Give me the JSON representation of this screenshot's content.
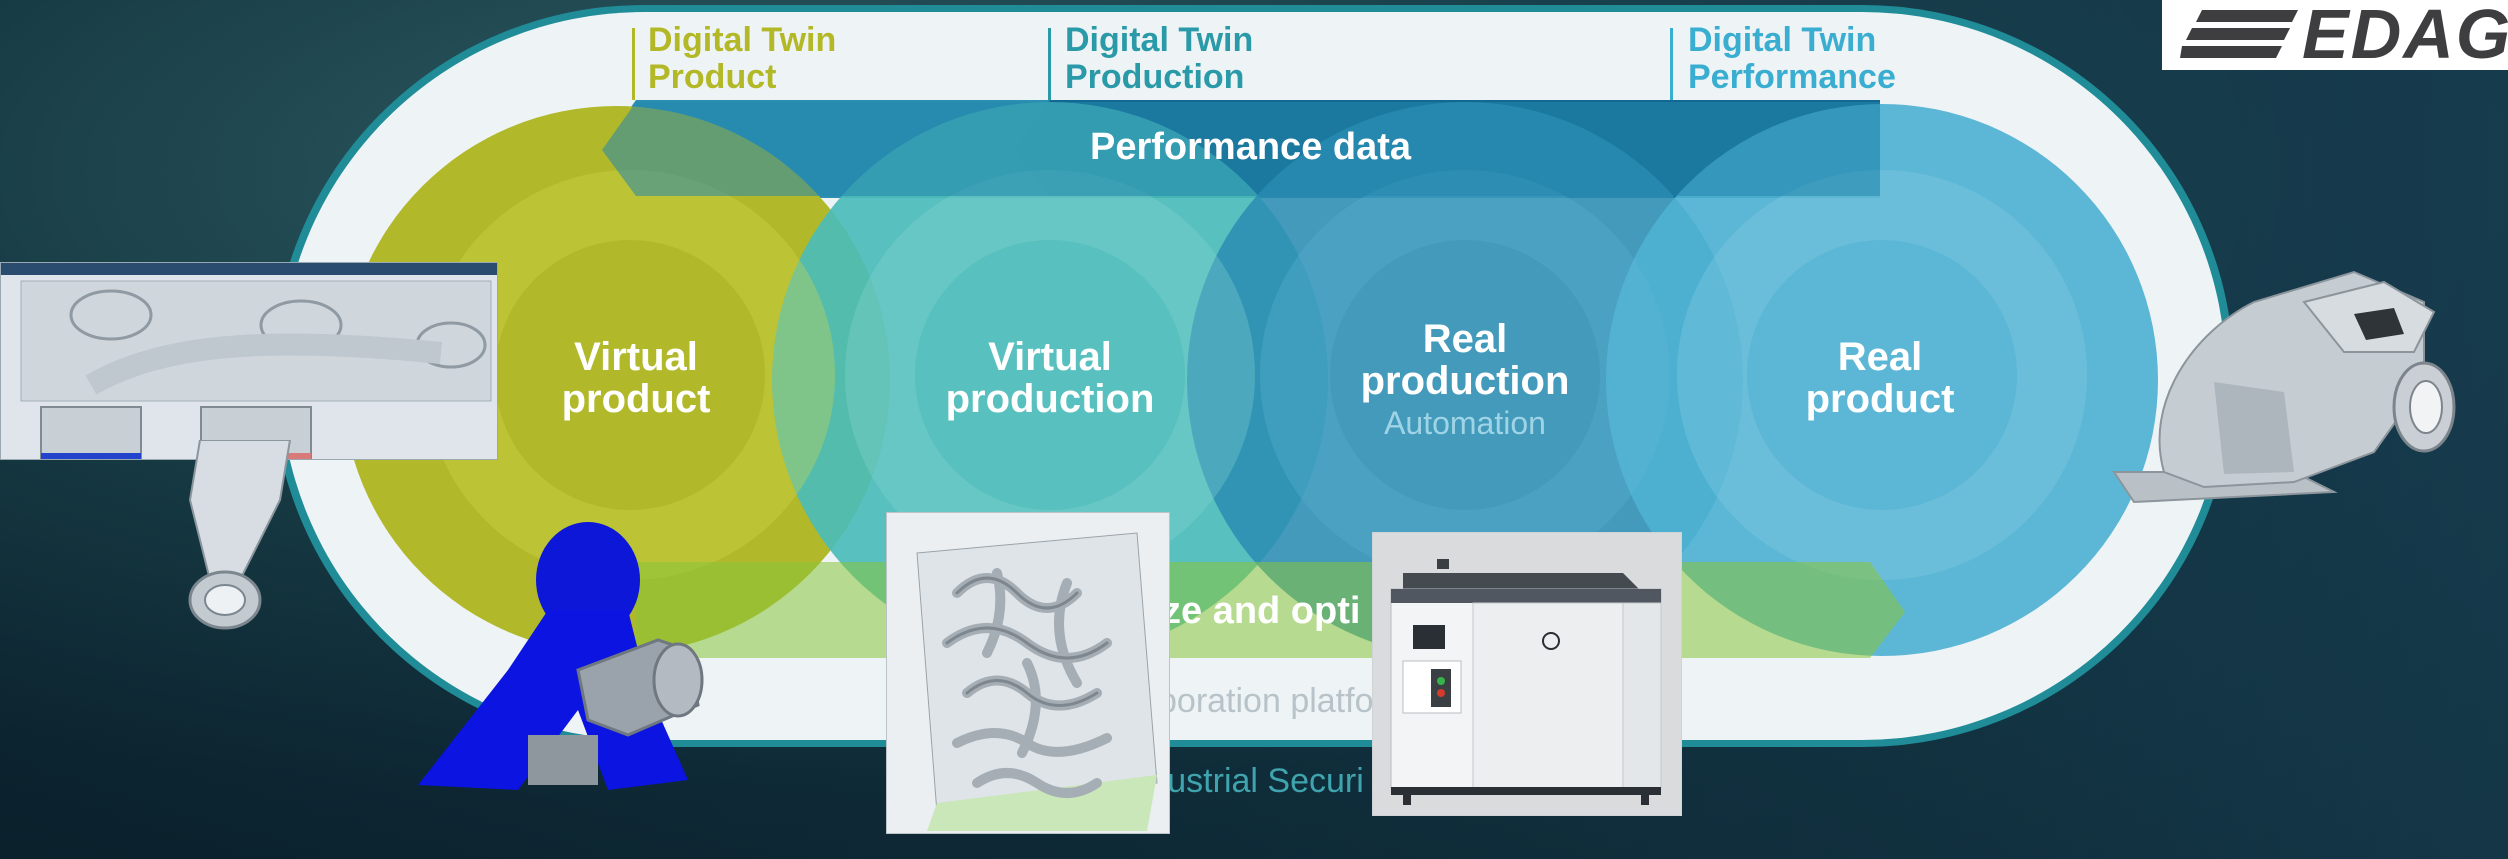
{
  "twins": [
    {
      "line1": "Digital Twin",
      "line2": "Product",
      "color": "#b3b827"
    },
    {
      "line1": "Digital Twin",
      "line2": "Production",
      "color": "#2a9aa8"
    },
    {
      "line1": "Digital Twin",
      "line2": "Performance",
      "color": "#3aaed0"
    }
  ],
  "band_top": "Performance data",
  "stages": [
    {
      "line1": "Virtual",
      "line2": "product"
    },
    {
      "line1": "Virtual",
      "line2": "production"
    },
    {
      "line1": "Real",
      "line2": "production",
      "sub": "Automation"
    },
    {
      "line1": "Real",
      "line2": "product"
    }
  ],
  "band_bottom": "ze and opti",
  "platform_text": "boration platfo",
  "security_text": "Industrial Securi",
  "logo": "EDAG",
  "colors": {
    "olive": "#b1b92a",
    "teal": "#4bbcb8",
    "blue_mid": "#2b8db3",
    "blue_dark": "#0d5f84",
    "sky": "#4fb2d2",
    "frame": "#eef3f6"
  }
}
